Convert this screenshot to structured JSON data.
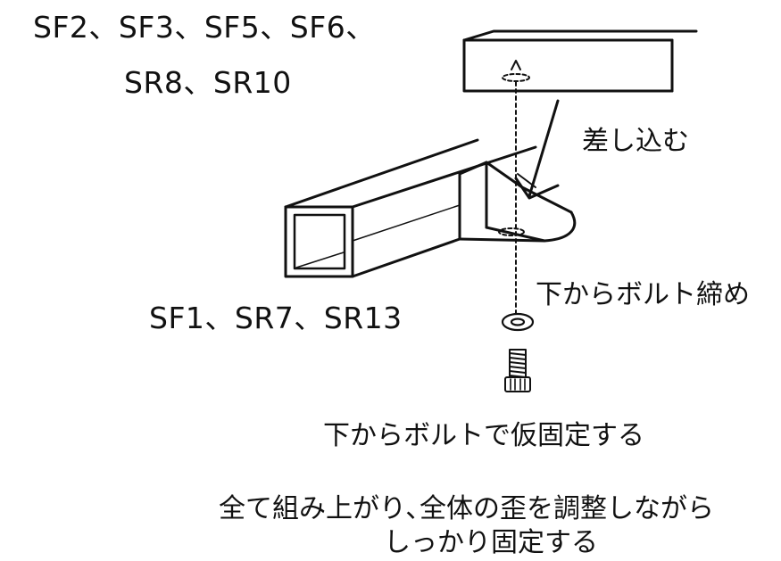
{
  "labels": {
    "parts_top_line1": "SF2、SF3、SF5、SF6、",
    "parts_top_line2": "SR8、SR10",
    "parts_bottom": "SF1、SR7、SR13",
    "insert": "差し込む",
    "bolt_tighten": "下からボルト締め",
    "temp_fix": "下からボルトで仮固定する",
    "final_line1": "全て組み上がり､全体の歪を調整しながら",
    "final_line2": "しっかり固定する"
  },
  "colors": {
    "ink": "#111111",
    "background": "#ffffff"
  },
  "icons": [
    "bolt-icon",
    "washer-icon",
    "insert-arrow-icon"
  ]
}
